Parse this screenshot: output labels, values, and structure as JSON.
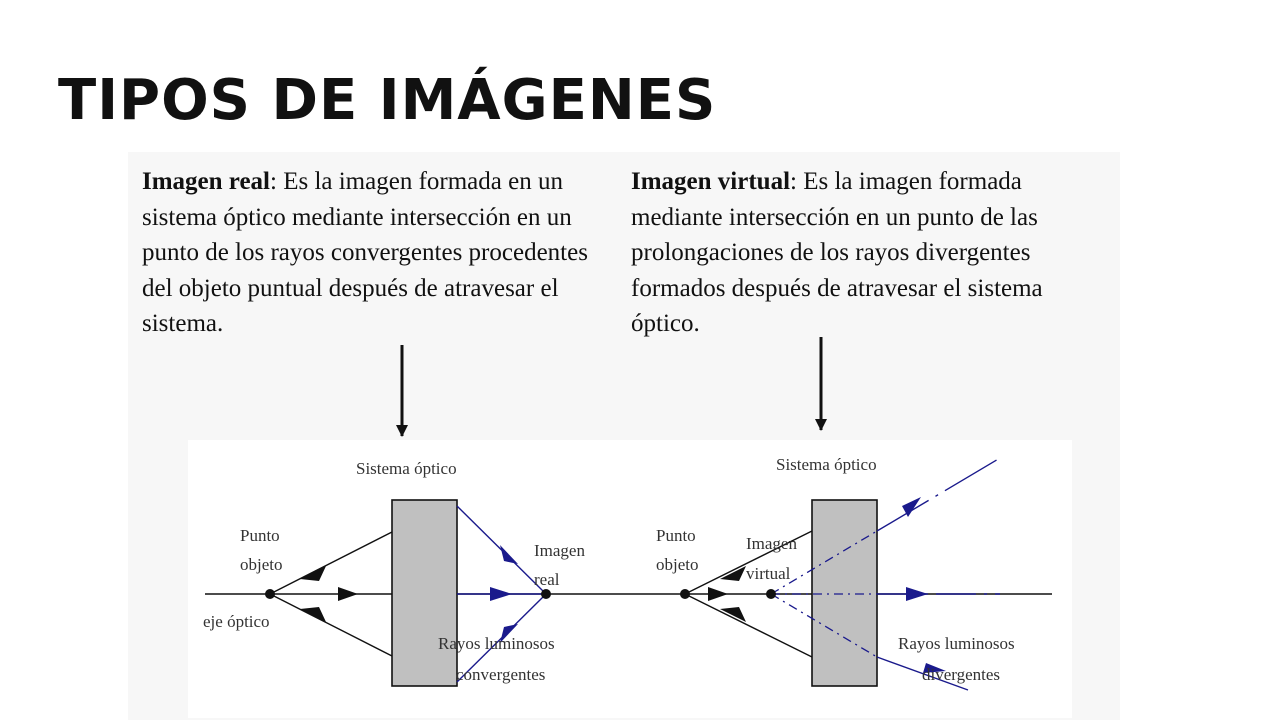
{
  "slide": {
    "title": "TIPOS DE IMÁGENES"
  },
  "real_image": {
    "term": "Imagen real",
    "definition": ": Es la imagen formada en un sistema óptico mediante intersección en un punto de los rayos convergentes procedentes del objeto puntual después de atravesar el sistema."
  },
  "virtual_image": {
    "term": "Imagen virtual",
    "definition": ": Es la imagen formada mediante intersección en un punto de las prolongaciones de los rayos divergentes formados después de atravesar el sistema óptico."
  },
  "diagram_real": {
    "system_label": "Sistema óptico",
    "object_label_1": "Punto",
    "object_label_2": "objeto",
    "axis_label": "eje óptico",
    "image_label_1": "Imagen",
    "image_label_2": "real",
    "rays_label_1": "Rayos luminosos",
    "rays_label_2": "convergentes"
  },
  "diagram_virtual": {
    "system_label": "Sistema óptico",
    "object_label_1": "Punto",
    "object_label_2": "objeto",
    "image_label_1": "Imagen",
    "image_label_2": "virtual",
    "rays_label_1": "Rayos luminosos",
    "rays_label_2": "divergentes"
  },
  "colors": {
    "ray_blue": "#1a1a8c",
    "system_gray": "#c0c0c0"
  }
}
